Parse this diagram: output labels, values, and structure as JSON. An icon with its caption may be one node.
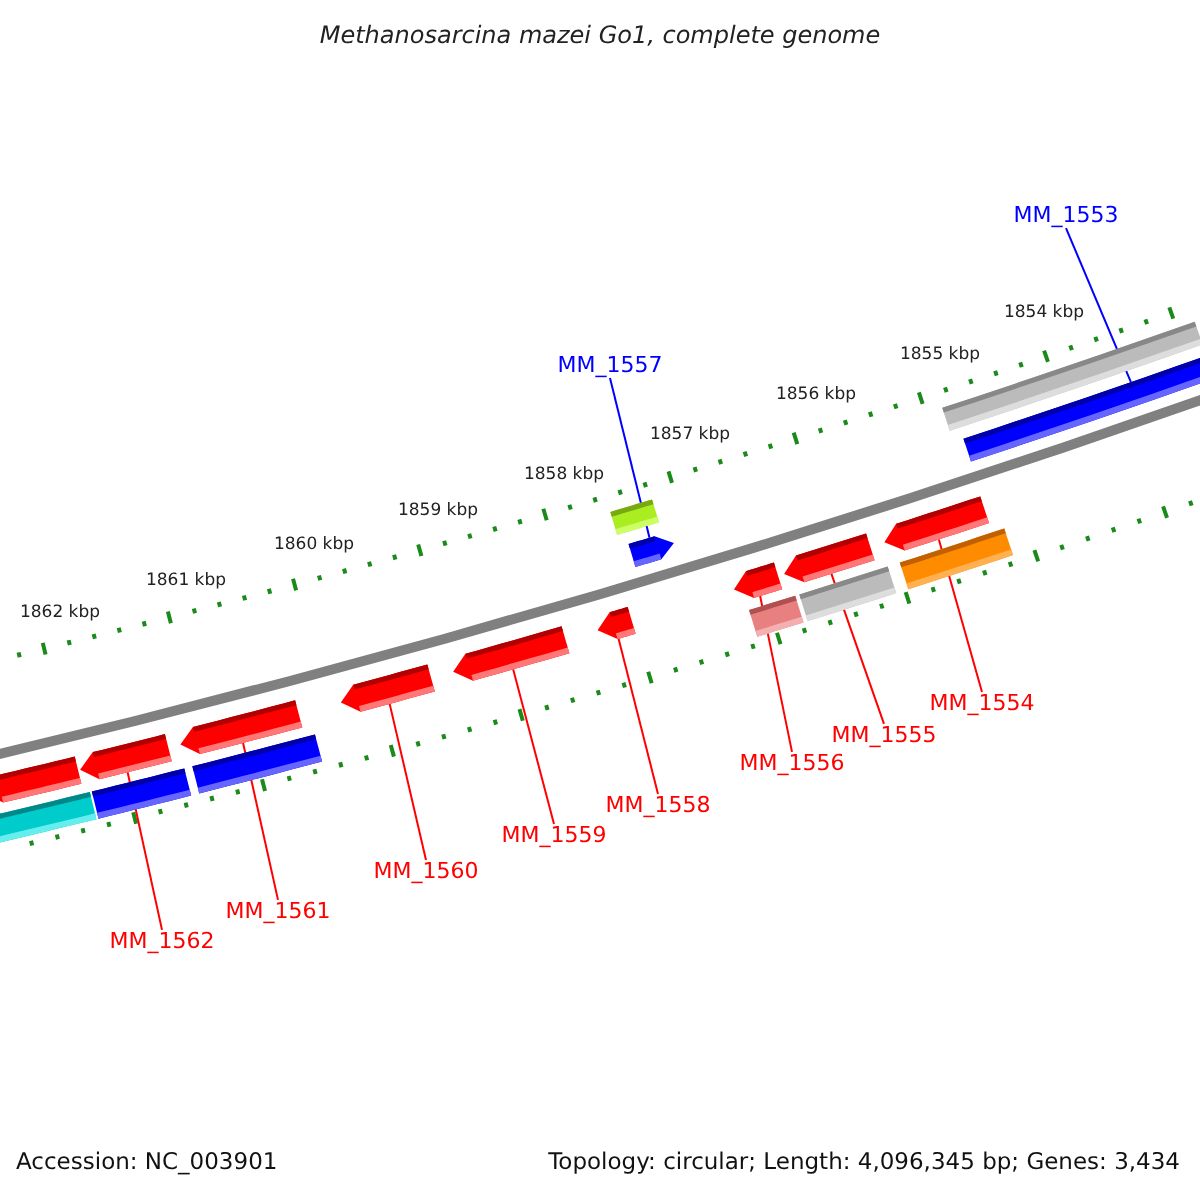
{
  "diagram": {
    "title": "Methanosarcina mazei Go1, complete genome",
    "nodes": [
      {
        "text": [
          "MM_1553"
        ]
      },
      {
        "text": [
          "MM_1557"
        ]
      },
      {
        "text": [
          "MM_1554"
        ]
      },
      {
        "text": [
          "MM_1555"
        ]
      },
      {
        "text": [
          "MM_1556"
        ]
      },
      {
        "text": [
          "MM_1558"
        ]
      },
      {
        "text": [
          "MM_1559"
        ]
      },
      {
        "text": [
          "MM_1560"
        ]
      },
      {
        "text": [
          "MM_1561"
        ]
      },
      {
        "text": [
          "MM_1562"
        ]
      },
      {
        "text": [],
        "shape": "bar"
      },
      {
        "text": [],
        "shape": "arrow"
      },
      {
        "text": [],
        "shape": "bar"
      },
      {
        "text": [],
        "shape": "bar"
      },
      {
        "text": [],
        "shape": "arrow"
      },
      {
        "text": [],
        "shape": "arrow"
      },
      {
        "text": [],
        "shape": "arrow"
      },
      {
        "text": [],
        "shape": "arrow"
      },
      {
        "text": [],
        "shape": "arrow"
      },
      {
        "text": [],
        "shape": "arrow"
      },
      {
        "text": [],
        "shape": "arrow"
      },
      {
        "text": [],
        "shape": "arrow"
      },
      {
        "text": [],
        "shape": "arrow"
      },
      {
        "text": [],
        "shape": "bar"
      },
      {
        "text": [],
        "shape": "bar"
      },
      {
        "text": [],
        "shape": "bar"
      },
      {
        "text": [],
        "shape": "bar"
      },
      {
        "text": [],
        "shape": "bar"
      },
      {
        "text": [],
        "shape": "bar"
      }
    ],
    "edges": [
      {
        "from": 0,
        "to": 13,
        "arrow": "none",
        "color": "#0000ff"
      },
      {
        "from": 1,
        "to": 11,
        "arrow": "none",
        "color": "#0000ff"
      },
      {
        "from": 2,
        "to": 22,
        "arrow": "none"
      },
      {
        "from": 3,
        "to": 21,
        "arrow": "none"
      },
      {
        "from": 4,
        "to": 20,
        "arrow": "none"
      },
      {
        "from": 5,
        "to": 19,
        "arrow": "none"
      },
      {
        "from": 6,
        "to": 18,
        "arrow": "none"
      },
      {
        "from": 7,
        "to": 17,
        "arrow": "none"
      },
      {
        "from": 8,
        "to": 16,
        "arrow": "none"
      },
      {
        "from": 9,
        "to": 15,
        "arrow": "none"
      }
    ],
    "labels": [
      "1854 kbp",
      "1855 kbp",
      "1856 kbp",
      "1857 kbp",
      "1858 kbp",
      "1859 kbp",
      "1860 kbp",
      "1861 kbp",
      "1862 kbp",
      "Accession: NC_003901",
      "Topology: circular; Length: 4,096,345 bp; Genes: 3,434"
    ]
  }
}
